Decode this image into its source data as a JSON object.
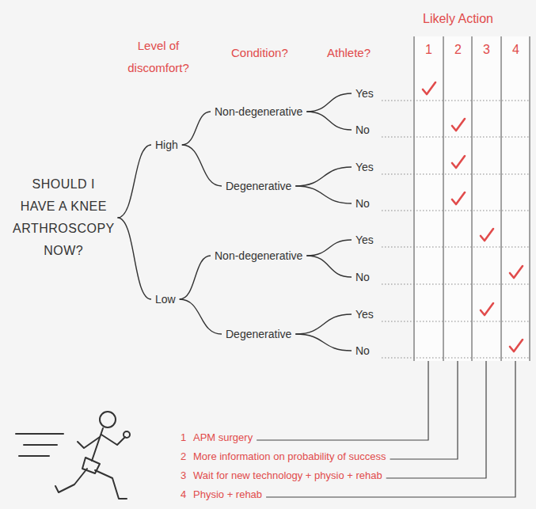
{
  "diagram": {
    "nodes": [
      {
        "text": [
          "SHOULD I HAVE A KNEE ARTHROSCOPY NOW?"
        ]
      },
      {
        "text": [
          "High"
        ]
      },
      {
        "text": [
          "Low"
        ]
      },
      {
        "text": [
          "Non-degenerative"
        ]
      },
      {
        "text": [
          "Degenerative"
        ]
      },
      {
        "text": [
          "Non-degenerative"
        ]
      },
      {
        "text": [
          "Degenerative"
        ]
      },
      {
        "text": [
          "Yes"
        ]
      },
      {
        "text": [
          "No"
        ]
      },
      {
        "text": [
          "Yes"
        ]
      },
      {
        "text": [
          "No"
        ]
      },
      {
        "text": [
          "Yes"
        ]
      },
      {
        "text": [
          "No"
        ]
      },
      {
        "text": [
          "Yes"
        ]
      },
      {
        "text": [
          "No"
        ]
      }
    ],
    "edges": [
      {
        "from": 0,
        "to": 1,
        "arrow": "none"
      },
      {
        "from": 0,
        "to": 2,
        "arrow": "none"
      },
      {
        "from": 1,
        "to": 3,
        "arrow": "none"
      },
      {
        "from": 1,
        "to": 4,
        "arrow": "none"
      },
      {
        "from": 2,
        "to": 5,
        "arrow": "none"
      },
      {
        "from": 2,
        "to": 6,
        "arrow": "none"
      },
      {
        "from": 3,
        "to": 7,
        "arrow": "none"
      },
      {
        "from": 3,
        "to": 8,
        "arrow": "none"
      },
      {
        "from": 4,
        "to": 9,
        "arrow": "none"
      },
      {
        "from": 4,
        "to": 10,
        "arrow": "none"
      },
      {
        "from": 5,
        "to": 11,
        "arrow": "none"
      },
      {
        "from": 5,
        "to": 12,
        "arrow": "none"
      },
      {
        "from": 6,
        "to": 13,
        "arrow": "none"
      },
      {
        "from": 6,
        "to": 14,
        "arrow": "none"
      }
    ],
    "labels": [
      "Level of discomfort?",
      "Condition?",
      "Athlete?",
      "Likely Action",
      "1",
      "2",
      "3",
      "4",
      "1",
      "APM surgery",
      "2",
      "More information on probability of success",
      "3",
      "Wait for new technology + physio + rehab",
      "4",
      "Physio + rehab"
    ]
  }
}
